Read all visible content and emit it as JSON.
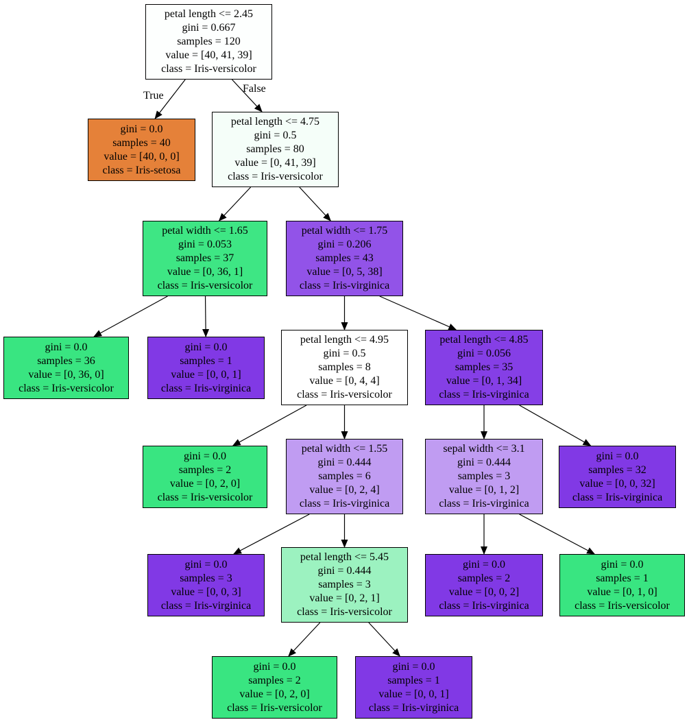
{
  "colors": {
    "setosa": "#e58139",
    "versicolor": "#39e581",
    "virginica": "#8139e5",
    "edge": "#000000"
  },
  "edge_labels": {
    "left": "True",
    "right": "False"
  },
  "nodes": [
    {
      "id": "n0",
      "lines": [
        "petal length <= 2.45",
        "gini = 0.667",
        "samples = 120",
        "value = [40, 41, 39]",
        "class = Iris-versicolor"
      ],
      "fill": "#fdfffe"
    },
    {
      "id": "n1",
      "lines": [
        "gini = 0.0",
        "samples = 40",
        "value = [40, 0, 0]",
        "class = Iris-setosa"
      ],
      "fill": "#e58139"
    },
    {
      "id": "n2",
      "lines": [
        "petal length <= 4.75",
        "gini = 0.5",
        "samples = 80",
        "value = [0, 41, 39]",
        "class = Iris-versicolor"
      ],
      "fill": "#f5fef9"
    },
    {
      "id": "n3",
      "lines": [
        "petal width <= 1.65",
        "gini = 0.053",
        "samples = 37",
        "value = [0, 36, 1]",
        "class = Iris-versicolor"
      ],
      "fill": "#3ee684"
    },
    {
      "id": "n4",
      "lines": [
        "petal width <= 1.75",
        "gini = 0.206",
        "samples = 43",
        "value = [0, 5, 38]",
        "class = Iris-virginica"
      ],
      "fill": "#9253e8"
    },
    {
      "id": "n5",
      "lines": [
        "gini = 0.0",
        "samples = 36",
        "value = [0, 36, 0]",
        "class = Iris-versicolor"
      ],
      "fill": "#39e581"
    },
    {
      "id": "n6",
      "lines": [
        "gini = 0.0",
        "samples = 1",
        "value = [0, 0, 1]",
        "class = Iris-virginica"
      ],
      "fill": "#8139e5"
    },
    {
      "id": "n7",
      "lines": [
        "petal length <= 4.95",
        "gini = 0.5",
        "samples = 8",
        "value = [0, 4, 4]",
        "class = Iris-versicolor"
      ],
      "fill": "#ffffff"
    },
    {
      "id": "n8",
      "lines": [
        "petal length <= 4.85",
        "gini = 0.056",
        "samples = 35",
        "value = [0, 1, 34]",
        "class = Iris-virginica"
      ],
      "fill": "#853fe6"
    },
    {
      "id": "n9",
      "lines": [
        "gini = 0.0",
        "samples = 2",
        "value = [0, 2, 0]",
        "class = Iris-versicolor"
      ],
      "fill": "#39e581"
    },
    {
      "id": "n10",
      "lines": [
        "petal width <= 1.55",
        "gini = 0.444",
        "samples = 6",
        "value = [0, 2, 4]",
        "class = Iris-virginica"
      ],
      "fill": "#c09cf2"
    },
    {
      "id": "n11",
      "lines": [
        "sepal width <= 3.1",
        "gini = 0.444",
        "samples = 3",
        "value = [0, 1, 2]",
        "class = Iris-virginica"
      ],
      "fill": "#c09cf2"
    },
    {
      "id": "n12",
      "lines": [
        "gini = 0.0",
        "samples = 32",
        "value = [0, 0, 32]",
        "class = Iris-virginica"
      ],
      "fill": "#8139e5"
    },
    {
      "id": "n13",
      "lines": [
        "gini = 0.0",
        "samples = 3",
        "value = [0, 0, 3]",
        "class = Iris-virginica"
      ],
      "fill": "#8139e5"
    },
    {
      "id": "n14",
      "lines": [
        "petal length <= 5.45",
        "gini = 0.444",
        "samples = 3",
        "value = [0, 2, 1]",
        "class = Iris-versicolor"
      ],
      "fill": "#9cf2c0"
    },
    {
      "id": "n15",
      "lines": [
        "gini = 0.0",
        "samples = 2",
        "value = [0, 0, 2]",
        "class = Iris-virginica"
      ],
      "fill": "#8139e5"
    },
    {
      "id": "n16",
      "lines": [
        "gini = 0.0",
        "samples = 1",
        "value = [0, 1, 0]",
        "class = Iris-versicolor"
      ],
      "fill": "#39e581"
    },
    {
      "id": "n17",
      "lines": [
        "gini = 0.0",
        "samples = 2",
        "value = [0, 2, 0]",
        "class = Iris-versicolor"
      ],
      "fill": "#39e581"
    },
    {
      "id": "n18",
      "lines": [
        "gini = 0.0",
        "samples = 1",
        "value = [0, 0, 1]",
        "class = Iris-virginica"
      ],
      "fill": "#8139e5"
    }
  ],
  "edges": [
    {
      "from": "n0",
      "to": "n1"
    },
    {
      "from": "n0",
      "to": "n2"
    },
    {
      "from": "n2",
      "to": "n3"
    },
    {
      "from": "n2",
      "to": "n4"
    },
    {
      "from": "n3",
      "to": "n5"
    },
    {
      "from": "n3",
      "to": "n6"
    },
    {
      "from": "n4",
      "to": "n7"
    },
    {
      "from": "n4",
      "to": "n8"
    },
    {
      "from": "n7",
      "to": "n9"
    },
    {
      "from": "n7",
      "to": "n10"
    },
    {
      "from": "n8",
      "to": "n11"
    },
    {
      "from": "n8",
      "to": "n12"
    },
    {
      "from": "n10",
      "to": "n13"
    },
    {
      "from": "n10",
      "to": "n14"
    },
    {
      "from": "n11",
      "to": "n15"
    },
    {
      "from": "n11",
      "to": "n16"
    },
    {
      "from": "n14",
      "to": "n17"
    },
    {
      "from": "n14",
      "to": "n18"
    }
  ]
}
